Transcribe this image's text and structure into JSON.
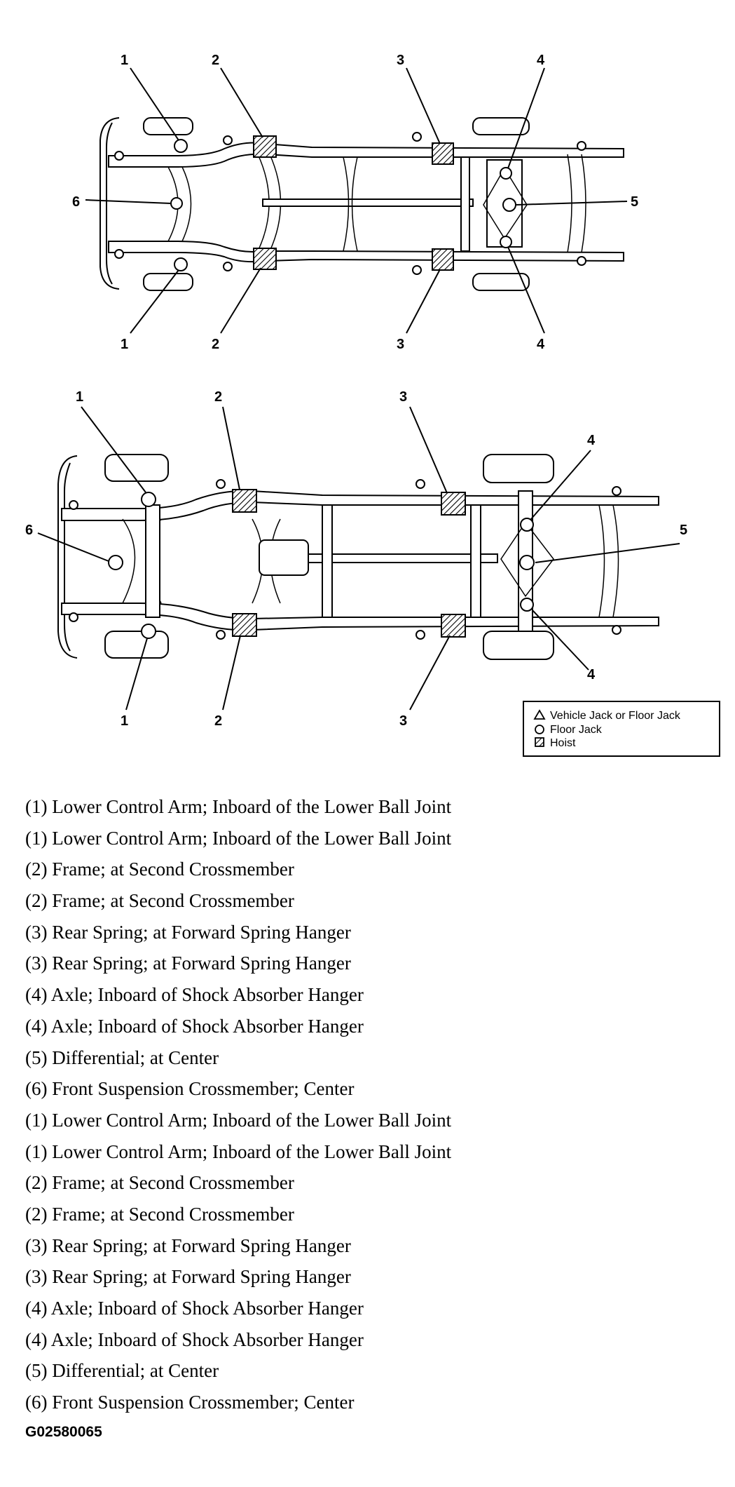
{
  "top_view": {
    "callouts_top": [
      "1",
      "2",
      "3",
      "4"
    ],
    "callouts_bottom": [
      "1",
      "2",
      "3",
      "4"
    ],
    "callout_left": "6",
    "callout_right": "5"
  },
  "bottom_view": {
    "callouts_top": [
      "1",
      "2",
      "3",
      "4"
    ],
    "callouts_bottom": [
      "1",
      "2",
      "3",
      "4"
    ],
    "callout_left": "6",
    "callout_right": "5"
  },
  "legend": {
    "items": [
      {
        "symbol": "triangle-icon",
        "label": "Vehicle Jack or Floor Jack"
      },
      {
        "symbol": "circle-icon",
        "label": "Floor Jack"
      },
      {
        "symbol": "hatched-square-icon",
        "label": "Hoist"
      }
    ]
  },
  "captions": [
    "(1) Lower Control Arm; Inboard of the Lower Ball Joint",
    "(1) Lower Control Arm; Inboard of the Lower Ball Joint",
    "(2) Frame; at Second Crossmember",
    "(2) Frame; at Second Crossmember",
    "(3) Rear Spring; at Forward Spring Hanger",
    "(3) Rear Spring; at Forward Spring Hanger",
    "(4) Axle; Inboard of Shock Absorber Hanger",
    "(4) Axle; Inboard of Shock Absorber Hanger",
    "(5) Differential; at Center",
    "(6) Front Suspension Crossmember; Center",
    "(1) Lower Control Arm; Inboard of the Lower Ball Joint",
    "(1) Lower Control Arm; Inboard of the Lower Ball Joint",
    "(2) Frame; at Second Crossmember",
    "(2) Frame; at Second Crossmember",
    "(3) Rear Spring; at Forward Spring Hanger",
    "(3) Rear Spring; at Forward Spring Hanger",
    "(4) Axle; Inboard of Shock Absorber Hanger",
    "(4) Axle; Inboard of Shock Absorber Hanger",
    "(5) Differential; at Center",
    "(6) Front Suspension Crossmember; Center"
  ],
  "figure_id": "G02580065"
}
